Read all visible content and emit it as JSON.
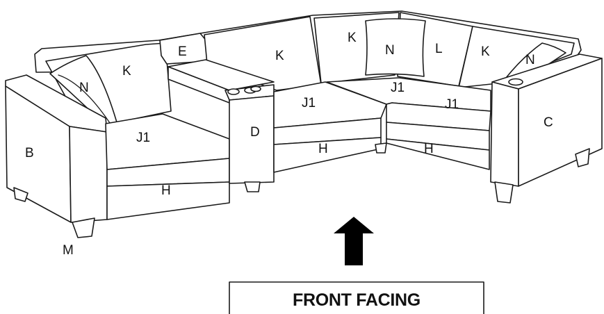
{
  "labels": {
    "B": "B",
    "C": "C",
    "D": "D",
    "E": "E",
    "H": "H",
    "J1": "J1",
    "K": "K",
    "L": "L",
    "M": "M",
    "N": "N"
  },
  "front_label": "FRONT FACING",
  "colors": {
    "line": "#1a1a1a",
    "arrow": "#000000",
    "background": "#ffffff"
  },
  "icons": {
    "arrow": "up-arrow-icon"
  }
}
